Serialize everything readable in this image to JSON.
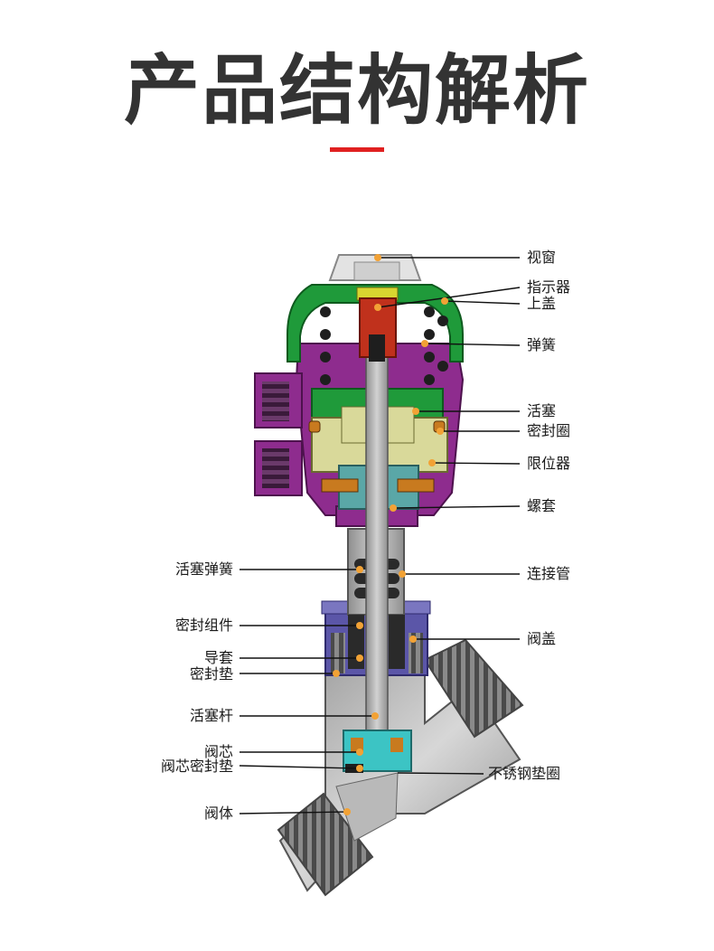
{
  "page": {
    "title": "产品结构解析"
  },
  "colors": {
    "accent_red": "#e02020",
    "leader_dot": "#f2a235",
    "cap_green": "#1f9a3a",
    "body_purple": "#8e2c8e",
    "piston_yellow": "#d9d99a",
    "sleeve_cyan": "#5aa7a7",
    "bonnet_blue": "#5b56a8",
    "indicator_red": "#c0311c",
    "metal_grey": "#a9a9a9"
  },
  "labels": {
    "right": [
      "视窗",
      "指示器",
      "上盖",
      "弹簧",
      "活塞",
      "密封圈",
      "限位器",
      "螺套",
      "连接管",
      "阀盖",
      "不锈钢垫圈"
    ],
    "left": [
      "活塞弹簧",
      "密封组件",
      "导套",
      "密封垫",
      "活塞杆",
      "阀芯",
      "阀芯密封垫",
      "阀体"
    ]
  }
}
